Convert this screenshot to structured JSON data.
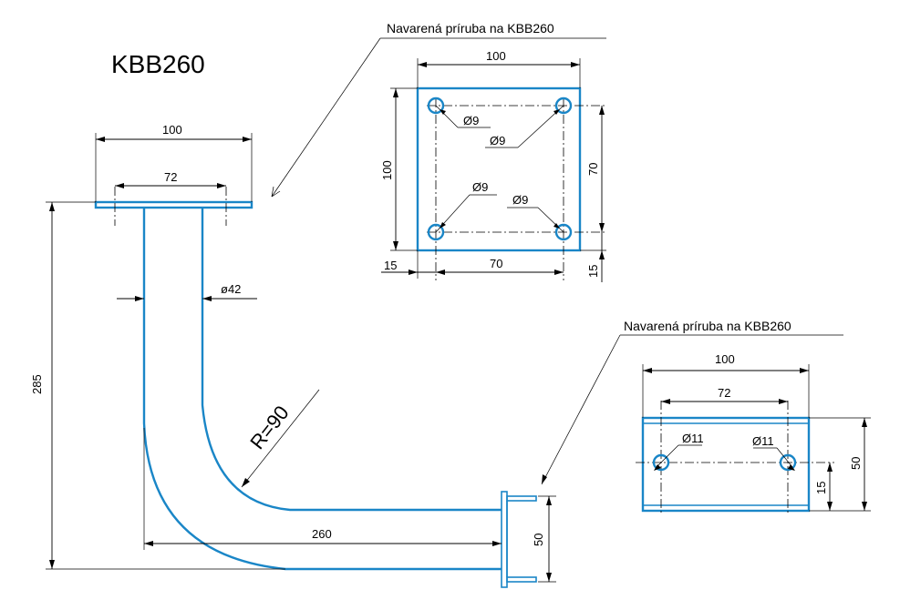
{
  "title": "KBB260",
  "callouts": {
    "top_flange": "Navarená príruba na KBB260",
    "side_flange": "Navarená príruba na KBB260"
  },
  "bracket": {
    "flange_width": "100",
    "hole_spacing": "72",
    "pipe_diameter": "ø42",
    "bend_radius": "R=90",
    "height": "285",
    "length": "260",
    "end_flange_height": "50"
  },
  "top_plate": {
    "width": "100",
    "height": "100",
    "hole_spacing_x": "70",
    "hole_spacing_y": "70",
    "edge_offset_x": "15",
    "edge_offset_y": "15",
    "holes": [
      "Ø9",
      "Ø9",
      "Ø9",
      "Ø9"
    ]
  },
  "side_plate": {
    "width": "100",
    "hole_spacing": "72",
    "height": "50",
    "hole_offset": "15",
    "holes": [
      "Ø11",
      "Ø11"
    ]
  }
}
